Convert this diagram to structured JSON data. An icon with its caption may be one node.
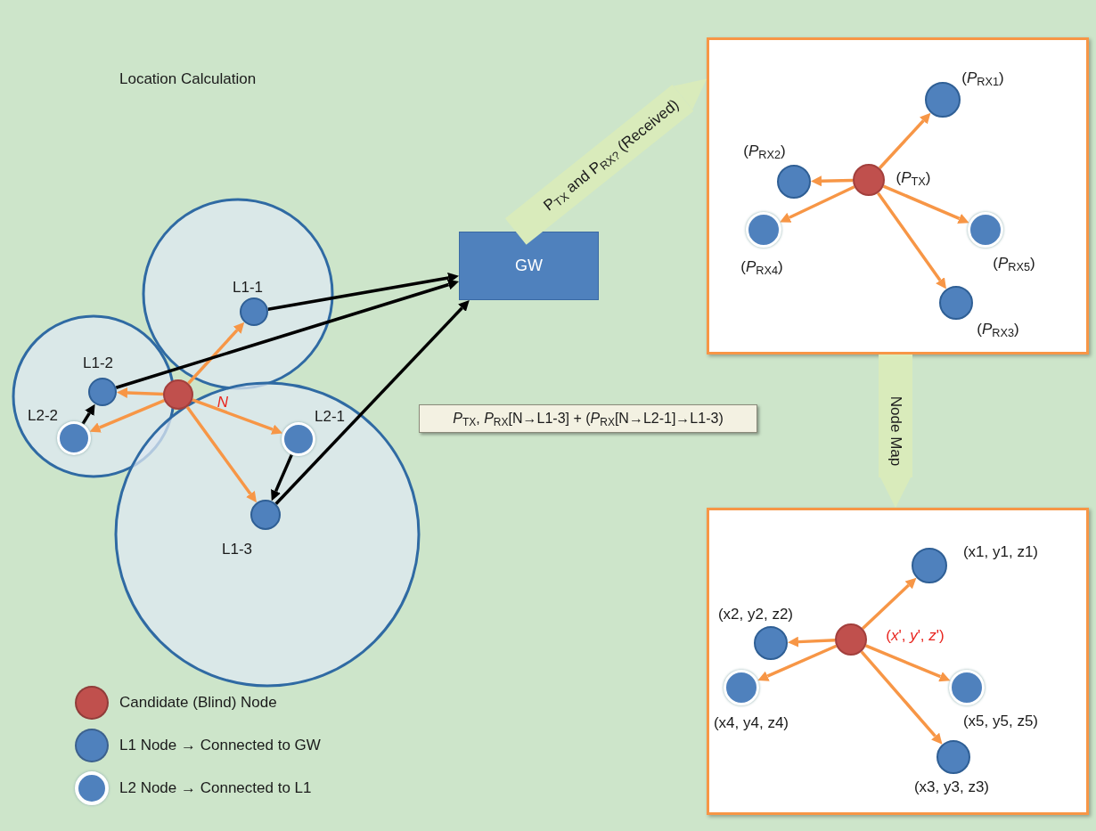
{
  "diagram": {
    "title": "Location Calculation",
    "nodes": [
      {
        "text": [],
        "shape": "circle",
        "beside": [
          "N"
        ]
      },
      {
        "text": [],
        "shape": "circle",
        "beside": [
          "L1-1"
        ]
      },
      {
        "text": [],
        "shape": "circle",
        "beside": [
          "L1-2"
        ]
      },
      {
        "text": [],
        "shape": "circle",
        "beside": [
          "L2-2"
        ]
      },
      {
        "text": [],
        "shape": "circle",
        "beside": [
          "L2-1"
        ]
      },
      {
        "text": [],
        "shape": "circle",
        "beside": [
          "L1-3"
        ]
      },
      {
        "text": [
          "GW"
        ]
      },
      {
        "text": [
          "*P*$_{TX}$, *P*$_{RX}$[N→L1-3] + (*P*$_{RX}$[N→L2-1]→L1-3)"
        ]
      },
      {
        "text": [],
        "shape": "box"
      },
      {
        "text": [],
        "shape": "circle",
        "beside": [
          "(*P*$_{TX}$)"
        ],
        "in": 8
      },
      {
        "text": [],
        "shape": "circle",
        "beside": [
          "(*P*$_{RX1}$)"
        ],
        "in": 8
      },
      {
        "text": [],
        "shape": "circle",
        "beside": [
          "(*P*$_{RX2}$)"
        ],
        "in": 8
      },
      {
        "text": [],
        "shape": "circle",
        "beside": [
          "(*P*$_{RX4}$)"
        ],
        "in": 8
      },
      {
        "text": [],
        "shape": "circle",
        "beside": [
          "(*P*$_{RX5}$)"
        ],
        "in": 8
      },
      {
        "text": [],
        "shape": "circle",
        "beside": [
          "(*P*$_{RX3}$)"
        ],
        "in": 8
      },
      {
        "text": [],
        "shape": "box"
      },
      {
        "text": [],
        "shape": "circle",
        "beside": [
          "(*x*', *y*', *z*')"
        ],
        "in": 15
      },
      {
        "text": [],
        "shape": "circle",
        "beside": [
          "(x1, y1, z1)"
        ],
        "in": 15
      },
      {
        "text": [],
        "shape": "circle",
        "beside": [
          "(x2, y2, z2)"
        ],
        "in": 15
      },
      {
        "text": [],
        "shape": "circle",
        "beside": [
          "(x4, y4, z4)"
        ],
        "in": 15
      },
      {
        "text": [],
        "shape": "circle",
        "beside": [
          "(x5, y5, z5)"
        ],
        "in": 15
      },
      {
        "text": [],
        "shape": "circle",
        "beside": [
          "(x3, y3, z3)"
        ],
        "in": 15
      }
    ],
    "edges": [
      {
        "from": 0,
        "to": 1,
        "arrow": "to"
      },
      {
        "from": 0,
        "to": 2,
        "arrow": "to"
      },
      {
        "from": 0,
        "to": 3,
        "arrow": "to"
      },
      {
        "from": 0,
        "to": 4,
        "arrow": "to"
      },
      {
        "from": 0,
        "to": 5,
        "arrow": "to"
      },
      {
        "from": 3,
        "to": 2,
        "arrow": "to",
        "color": "#000000"
      },
      {
        "from": 4,
        "to": 5,
        "arrow": "to",
        "color": "#000000"
      },
      {
        "from": 1,
        "to": 6,
        "arrow": "to",
        "color": "#000000"
      },
      {
        "from": 2,
        "to": 6,
        "arrow": "to",
        "color": "#000000"
      },
      {
        "from": 5,
        "to": 6,
        "arrow": "to",
        "color": "#000000"
      },
      {
        "from": 6,
        "to": 8,
        "arrow": "to",
        "label": "P$_{TX}$ and P$_{RX?}$ (Received)",
        "style": "thick",
        "color": "#d9ebbb"
      },
      {
        "from": 9,
        "to": 10,
        "arrow": "to"
      },
      {
        "from": 9,
        "to": 11,
        "arrow": "to"
      },
      {
        "from": 9,
        "to": 12,
        "arrow": "to"
      },
      {
        "from": 9,
        "to": 13,
        "arrow": "to"
      },
      {
        "from": 9,
        "to": 14,
        "arrow": "to"
      },
      {
        "from": 8,
        "to": 15,
        "arrow": "to",
        "label": "Node Map",
        "style": "thick",
        "color": "#d9ebbb"
      },
      {
        "from": 16,
        "to": 17,
        "arrow": "to"
      },
      {
        "from": 16,
        "to": 18,
        "arrow": "to"
      },
      {
        "from": 16,
        "to": 19,
        "arrow": "to"
      },
      {
        "from": 16,
        "to": 20,
        "arrow": "to"
      },
      {
        "from": 16,
        "to": 21,
        "arrow": "to"
      }
    ],
    "legend": [
      {
        "text": "Candidate (Blind) Node",
        "color": "#c0504d"
      },
      {
        "text": "L1 Node → Connected to GW",
        "color": "#4f81bd"
      },
      {
        "text": "L2 Node → Connected to L1",
        "color": "#4f81bd"
      }
    ]
  }
}
